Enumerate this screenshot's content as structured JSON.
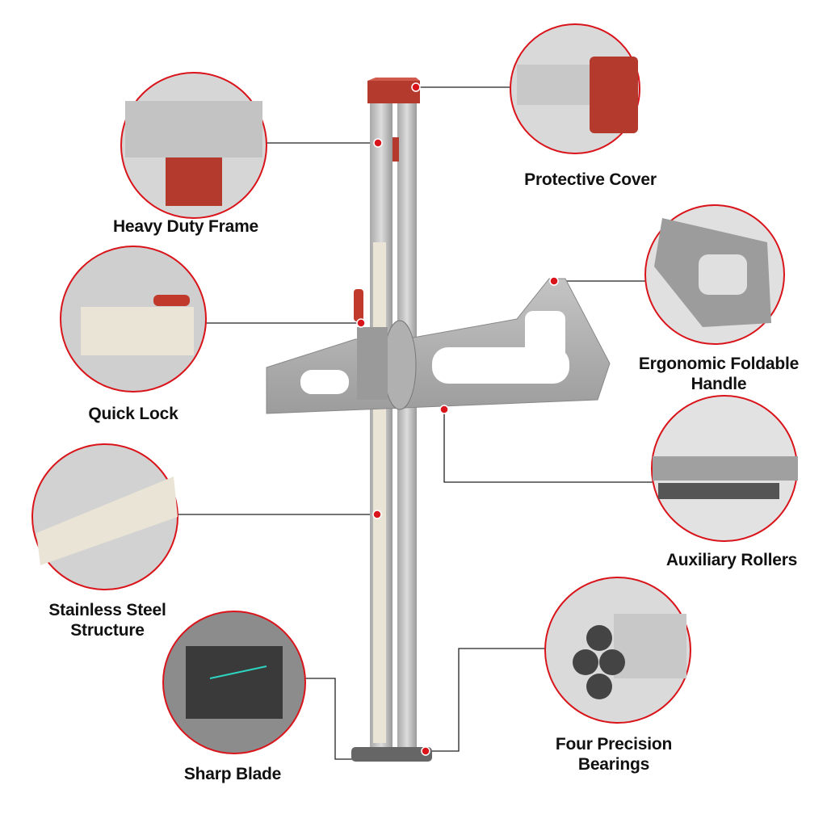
{
  "colors": {
    "accent": "#d9141b",
    "line": "#222222",
    "metal": "#b9b9b9",
    "cap": "#b43a2e"
  },
  "callouts": [
    {
      "id": "heavy-duty-frame",
      "lines": [
        "Heavy Duty Frame"
      ]
    },
    {
      "id": "protective-cover",
      "lines": [
        "Protective Cover"
      ]
    },
    {
      "id": "quick-lock",
      "lines": [
        "Quick Lock"
      ]
    },
    {
      "id": "ergonomic-foldable-handle",
      "lines": [
        "Ergonomic Foldable",
        "Handle"
      ]
    },
    {
      "id": "stainless-steel-structure",
      "lines": [
        "Stainless Steel",
        "Structure"
      ]
    },
    {
      "id": "auxiliary-rollers",
      "lines": [
        "Auxiliary Rollers"
      ]
    },
    {
      "id": "sharp-blade",
      "lines": [
        "Sharp Blade"
      ]
    },
    {
      "id": "four-precision-bearings",
      "lines": [
        "Four Precision",
        "Bearings"
      ]
    }
  ]
}
